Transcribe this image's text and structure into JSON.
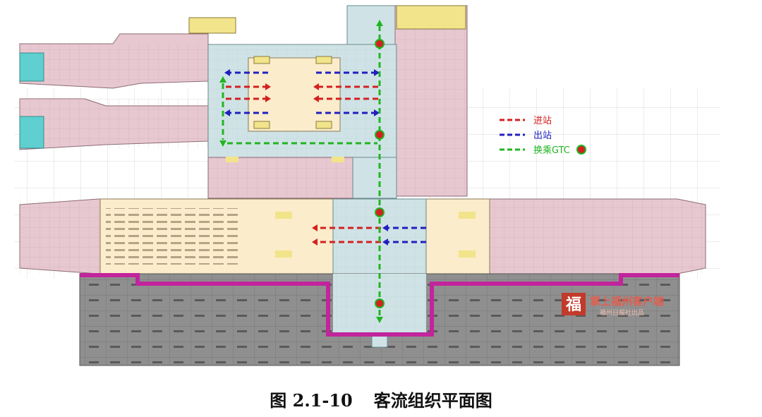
{
  "caption": {
    "figure_no": "图 2.1-10",
    "title": "客流组织平面图"
  },
  "legend": [
    {
      "label": "进站",
      "color": "#d42020",
      "icon": "dashed-red-line"
    },
    {
      "label": "出站",
      "color": "#2020c0",
      "icon": "dashed-blue-line"
    },
    {
      "label": "换乘GTC",
      "color": "#22b422",
      "icon": "dashed-green-line-with-node"
    }
  ],
  "watermark": {
    "title": "掌上福州客户端",
    "subtitle": "福州日报社出品",
    "logo_glyph": "福"
  },
  "colors": {
    "building": "#e8c8d0",
    "concourse": "#cfe3e6",
    "waiting_area": "#fbeccb",
    "parking": "#8f8f8f",
    "boundary": "#c2249c",
    "stair": "#f1e48a",
    "cyan_room": "#5fcfcf"
  }
}
